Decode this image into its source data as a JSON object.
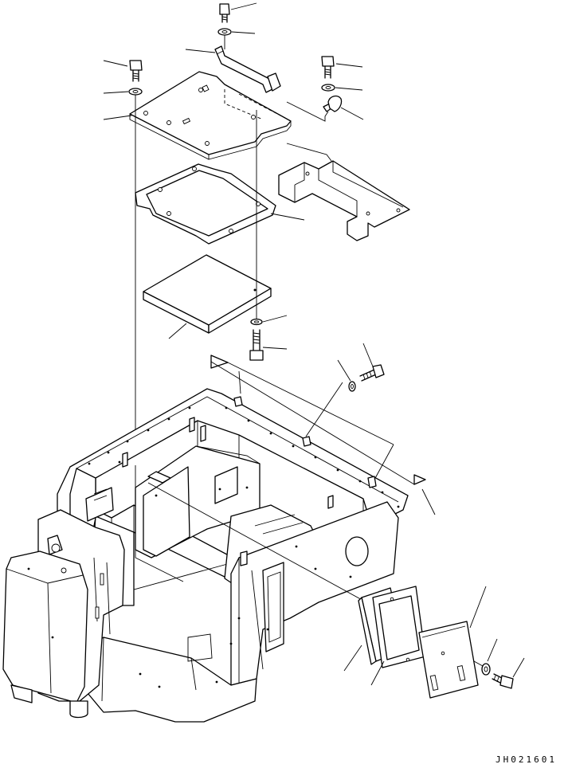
{
  "drawing": {
    "code": "JH021601"
  },
  "parts": [
    {
      "name": "upper-bolt"
    },
    {
      "name": "upper-washer"
    },
    {
      "name": "floor-bracket"
    },
    {
      "name": "left-bolt"
    },
    {
      "name": "left-washer"
    },
    {
      "name": "right-bolt"
    },
    {
      "name": "right-washer"
    },
    {
      "name": "clamp"
    },
    {
      "name": "cover-plate"
    },
    {
      "name": "gasket"
    },
    {
      "name": "insulation-pad"
    },
    {
      "name": "frame-channel"
    },
    {
      "name": "mid-washer"
    },
    {
      "name": "mid-bolt"
    },
    {
      "name": "side-washer"
    },
    {
      "name": "side-bolt"
    },
    {
      "name": "side-insulation"
    },
    {
      "name": "side-gasket"
    },
    {
      "name": "side-cover"
    },
    {
      "name": "cover-washer"
    },
    {
      "name": "cover-bolt"
    }
  ]
}
